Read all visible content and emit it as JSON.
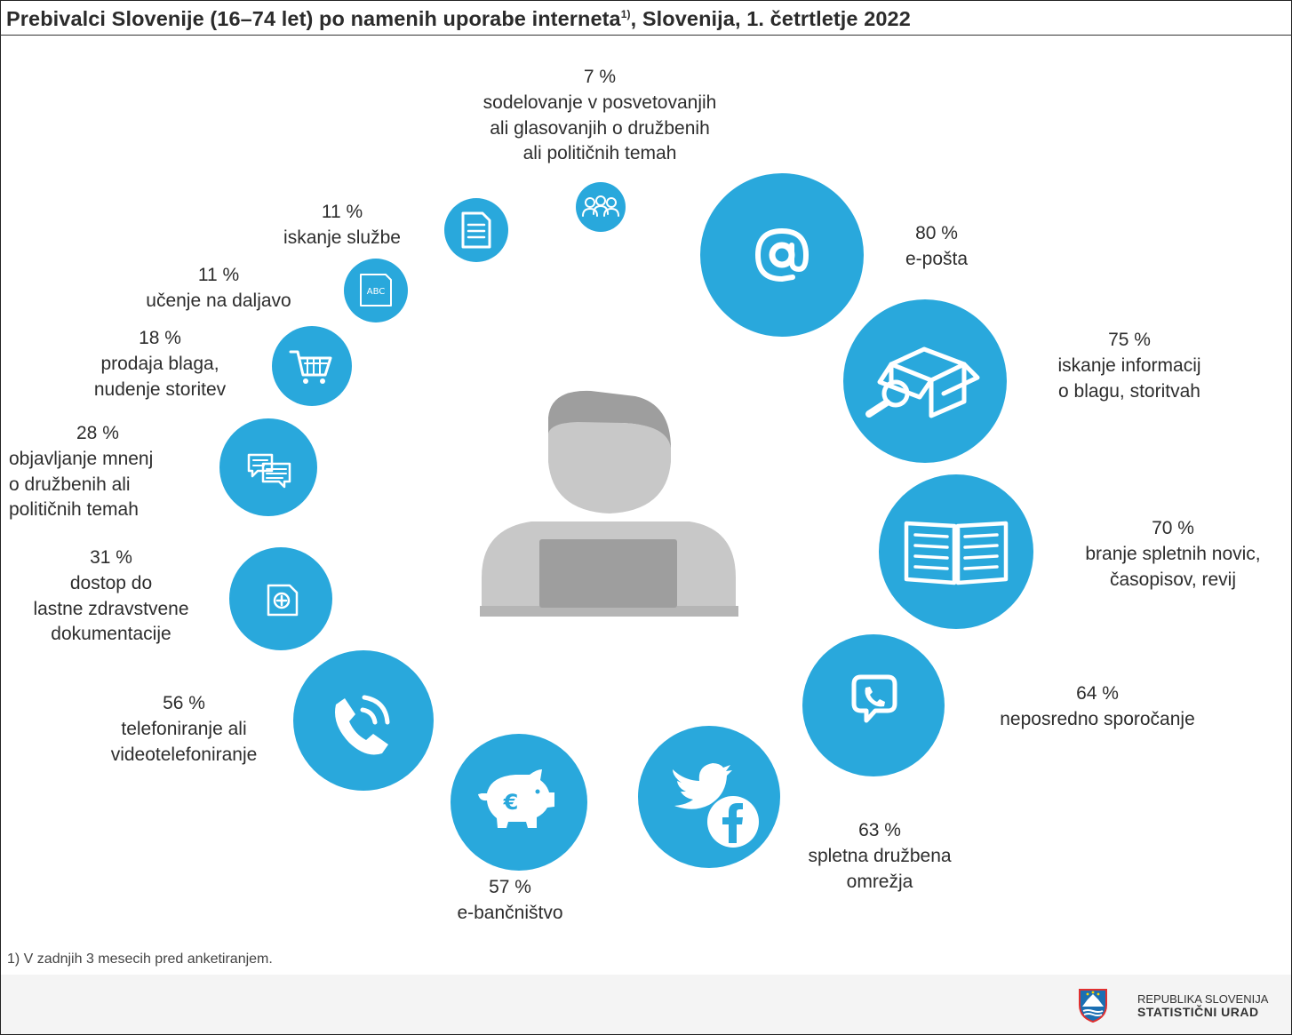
{
  "title": "Prebivalci Slovenije (16–74 let) po namenih uporabe interneta",
  "title_sup": "1)",
  "title_suffix": ", Slovenija, 1. četrtletje 2022",
  "chart_data": {
    "type": "infographic",
    "unit": "%",
    "items": [
      {
        "id": "e-posta",
        "value": 80,
        "value_label": "80 %",
        "name": "e-pošta",
        "icon": "at-sign-icon"
      },
      {
        "id": "iskanje-informacij",
        "value": 75,
        "value_label": "75 %",
        "name": "iskanje informacij\no blagu, storitvah",
        "icon": "box-search-icon"
      },
      {
        "id": "branje-novic",
        "value": 70,
        "value_label": "70 %",
        "name": "branje spletnih novic,\nčasopisov, revij",
        "icon": "open-book-icon"
      },
      {
        "id": "sporocanje",
        "value": 64,
        "value_label": "64 %",
        "name": "neposredno sporočanje",
        "icon": "chat-phone-icon"
      },
      {
        "id": "druzbena-omrezja",
        "value": 63,
        "value_label": "63 %",
        "name": "spletna družbena\nomrežja",
        "icon": "twitter-facebook-icon"
      },
      {
        "id": "e-bancnistvo",
        "value": 57,
        "value_label": "57 %",
        "name": "e-bančništvo",
        "icon": "piggy-bank-euro-icon"
      },
      {
        "id": "telefoniranje",
        "value": 56,
        "value_label": "56 %",
        "name": "telefoniranje ali\nvideotelefoniranje",
        "icon": "phone-icon"
      },
      {
        "id": "zdravstvena-dok",
        "value": 31,
        "value_label": "31 %",
        "name": "dostop do\nlastne zdravstvene\ndokumentacije",
        "icon": "medical-document-icon"
      },
      {
        "id": "objavljanje-mnenj",
        "value": 28,
        "value_label": "28 %",
        "name": "objavljanje mnenj\no družbenih ali\npolitičnih temah",
        "icon": "speech-bubbles-icon"
      },
      {
        "id": "prodaja",
        "value": 18,
        "value_label": "18 %",
        "name": "prodaja blaga,\nnudenje storitev",
        "icon": "shopping-cart-icon"
      },
      {
        "id": "ucenje",
        "value": 11,
        "value_label": "11 %",
        "name": "učenje na daljavo",
        "icon": "abc-document-icon"
      },
      {
        "id": "iskanje-sluzbe",
        "value": 11,
        "value_label": "11 %",
        "name": "iskanje službe",
        "icon": "document-icon"
      },
      {
        "id": "glasovanje",
        "value": 7,
        "value_label": "7 %",
        "name": "sodelovanje v posvetovanjih\nali  glasovanjih o družbenih\nali političnih temah",
        "icon": "group-people-icon"
      }
    ]
  },
  "footnote": "1)  V zadnjih 3 mesecih pred anketiranjem.",
  "logo": {
    "line1": "REPUBLIKA SLOVENIJA",
    "line2": "STATISTIČNI URAD"
  },
  "colors": {
    "bubble": "#29a8dc",
    "person": "#c8c8c8",
    "hair": "#9e9e9e",
    "bottom_bar": "#f4f4f4"
  }
}
